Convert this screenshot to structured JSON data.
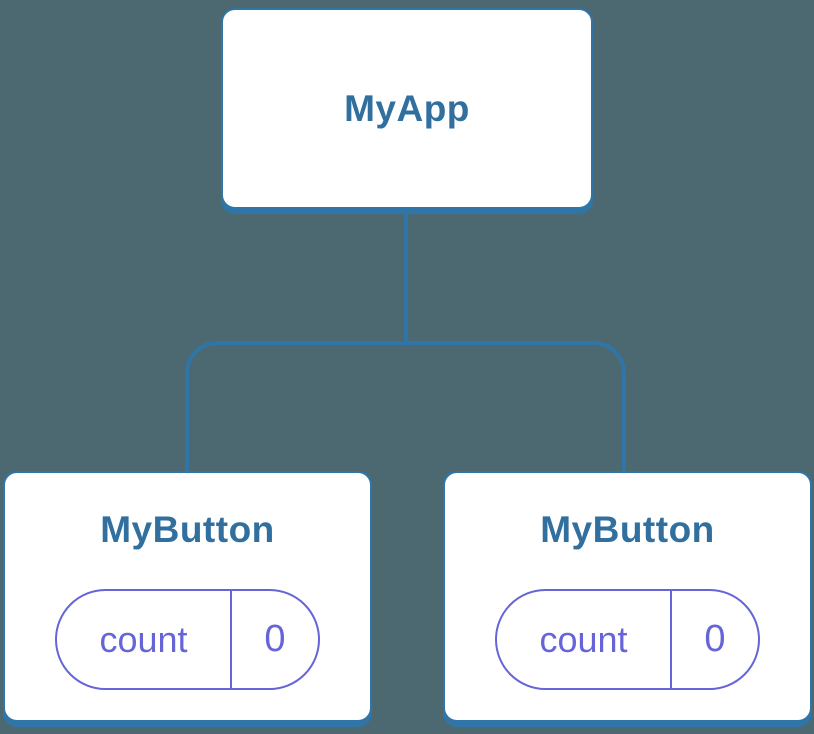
{
  "diagram": {
    "type": "component-tree",
    "colors": {
      "background": "#4c6972",
      "card_fill": "#ffffff",
      "tree_blue": "#2f75a8",
      "title_text": "#306f9e",
      "state_purple": "#6565d8"
    },
    "root": {
      "label": "MyApp"
    },
    "children": [
      {
        "label": "MyButton",
        "state": {
          "key": "count",
          "value": "0"
        }
      },
      {
        "label": "MyButton",
        "state": {
          "key": "count",
          "value": "0"
        }
      }
    ]
  }
}
